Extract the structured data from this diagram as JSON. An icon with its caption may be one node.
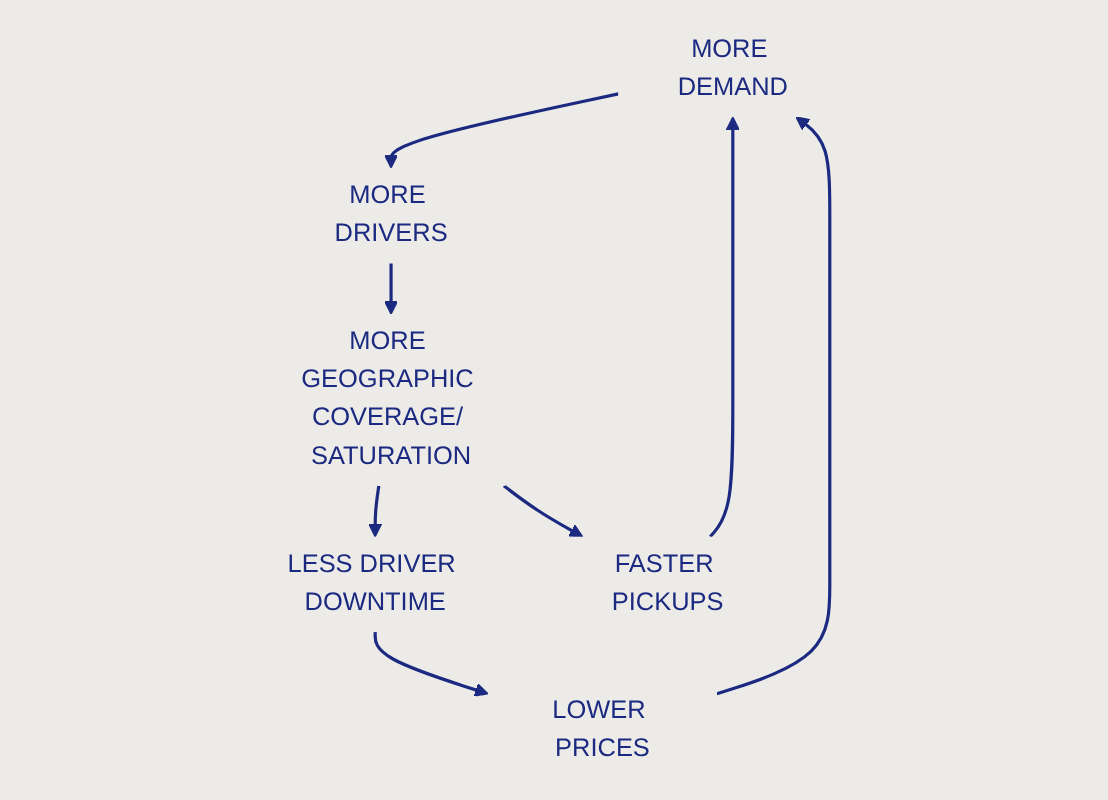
{
  "diagram": {
    "nodes": [
      {
        "text": [
          "MORE DEMAND"
        ]
      },
      {
        "text": [
          "MORE DRIVERS"
        ]
      },
      {
        "text": [
          "MORE GEOGRAPHIC COVERAGE/ SATURATION"
        ]
      },
      {
        "text": [
          "FASTER PICKUPS"
        ]
      },
      {
        "text": [
          "LESS DRIVER DOWNTIME"
        ]
      },
      {
        "text": [
          "LOWER PRICES"
        ]
      }
    ],
    "edges": [
      {
        "from": 0,
        "to": 1,
        "arrow": "to"
      },
      {
        "from": 1,
        "to": 2,
        "arrow": "to"
      },
      {
        "from": 2,
        "to": 4,
        "arrow": "to"
      },
      {
        "from": 2,
        "to": 3,
        "arrow": "to"
      },
      {
        "from": 4,
        "to": 5,
        "arrow": "to"
      },
      {
        "from": 5,
        "to": 0,
        "arrow": "to"
      },
      {
        "from": 3,
        "to": 0,
        "arrow": "to"
      }
    ]
  }
}
